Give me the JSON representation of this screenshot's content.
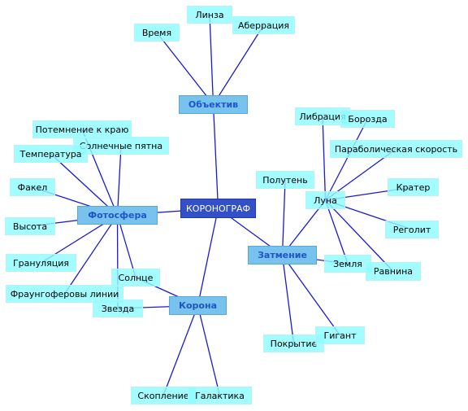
{
  "nodes": {
    "root": "КОРОНОГРАФ",
    "objective": "Объектив",
    "photosphere": "Фотосфера",
    "eclipse": "Затмение",
    "corona": "Корона",
    "time": "Время",
    "lens": "Линза",
    "aberration": "Аберрация",
    "limb_darkening": "Потемнение к краю",
    "sunspots": "Солнечные пятна",
    "temperature": "Температура",
    "facula": "Факел",
    "height": "Высота",
    "granulation": "Грануляция",
    "fraunhofer": "Фраунгоферовы линии",
    "sun": "Солнце",
    "star": "Звезда",
    "libration": "Либрация",
    "furrow": "Борозда",
    "parabolic_velocity": "Параболическая скорость",
    "penumbra": "Полутень",
    "moon": "Луна",
    "crater": "Кратер",
    "regolith": "Реголит",
    "earth": "Земля",
    "plain": "Равнина",
    "coverage": "Покрытие",
    "giant": "Гигант",
    "cluster": "Скопление",
    "galaxy": "Галактика"
  },
  "colors": {
    "link": "#1a1ad6",
    "leaf_fill": "#8ffbff",
    "hub_fill": "#78c2ee",
    "hub_text": "#1f55c8",
    "root_fill": "#3250c8",
    "root_text": "#ffffff"
  }
}
